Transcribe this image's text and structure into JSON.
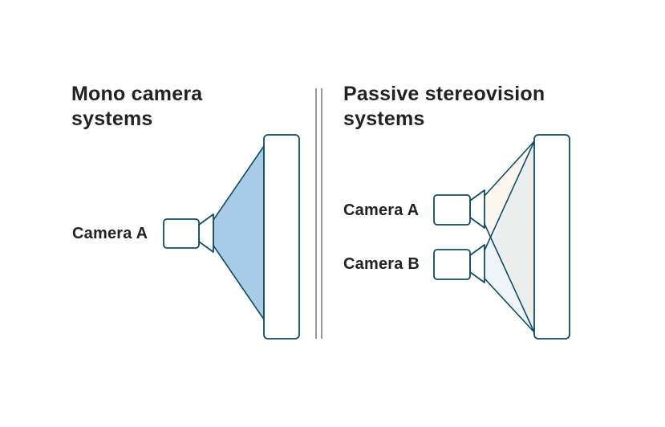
{
  "colors": {
    "outline": "#0d4c63",
    "mono_fill": "#a8cbe8",
    "stereo_fill_a": "#fbf6ee",
    "stereo_fill_b": "#eef4f8",
    "overlap_fill": "#eceded",
    "divider": "#555555",
    "text": "#222222"
  },
  "mono": {
    "heading_line1": "Mono camera",
    "heading_line2": "systems",
    "camera_label": "Camera A"
  },
  "stereo": {
    "heading_line1": "Passive stereovision",
    "heading_line2": "systems",
    "camera_a_label": "Camera A",
    "camera_b_label": "Camera B"
  }
}
